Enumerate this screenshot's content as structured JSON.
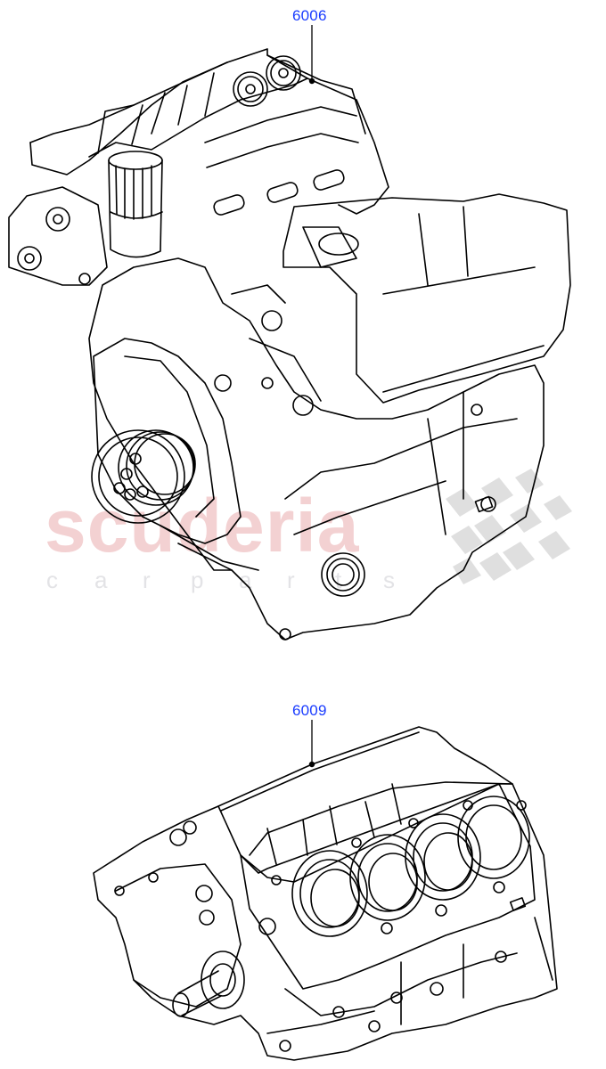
{
  "diagram": {
    "type": "exploded-parts-illustration",
    "callouts": [
      {
        "id": "6006",
        "label": "6006",
        "label_color": "#1a3cff",
        "target": "complete-engine-assembly"
      },
      {
        "id": "6009",
        "label": "6009",
        "label_color": "#1a3cff",
        "target": "cylinder-block"
      }
    ],
    "parts": [
      {
        "callout": "6006",
        "description": "V8 engine assembly (line drawing)"
      },
      {
        "callout": "6009",
        "description": "Bare engine cylinder block (line drawing)"
      }
    ]
  },
  "watermark": {
    "brand": "scuderia",
    "tagline_letters": [
      "c",
      "a",
      "r",
      "p",
      "a",
      "r",
      "t",
      "s"
    ],
    "brand_color": "#f2c9cb",
    "tagline_color": "#e3e3e6",
    "flag_color": "#dcdcdc"
  }
}
